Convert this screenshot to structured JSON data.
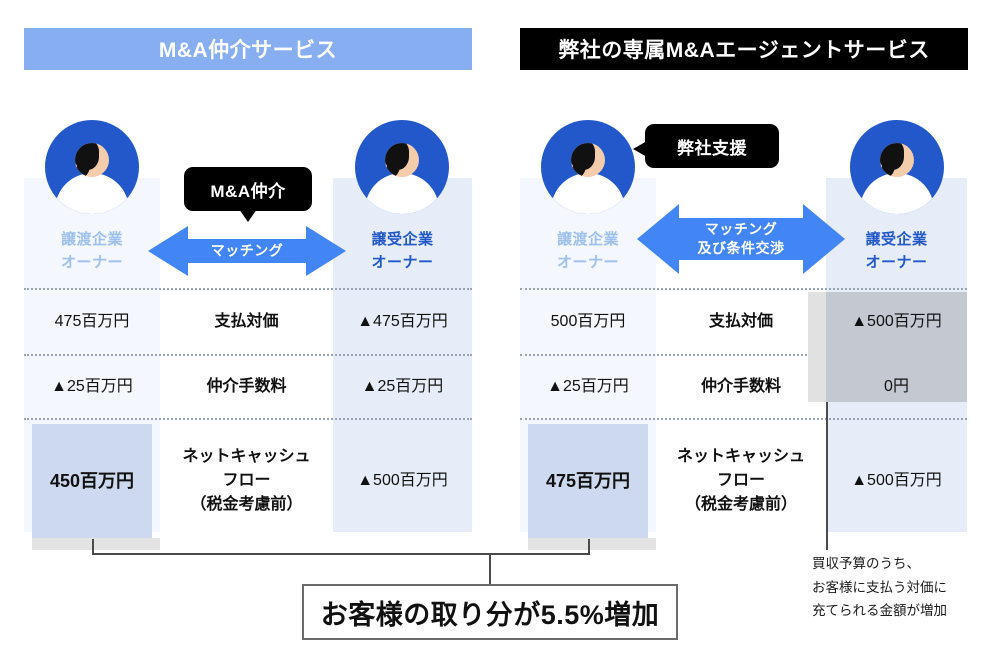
{
  "headers": {
    "left": "M&A仲介サービス",
    "right": "弊社の専属M&Aエージェントサービス"
  },
  "left_panel": {
    "seller": {
      "line1": "譲渡企業",
      "line2": "オーナー"
    },
    "buyer": {
      "line1": "譲受企業",
      "line2": "オーナー"
    },
    "bubble": "M&A仲介",
    "arrow_label_1": "マッチング",
    "arrow_label_2": "",
    "rows": [
      {
        "label": "支払対価",
        "seller": "475百万円",
        "buyer": "▲475百万円"
      },
      {
        "label": "仲介手数料",
        "seller": "▲25百万円",
        "buyer": "▲25百万円"
      },
      {
        "label_l1": "ネットキャッシュ",
        "label_l2": "フロー",
        "label_l3": "（税金考慮前）",
        "seller": "450百万円",
        "buyer": "▲500百万円"
      }
    ]
  },
  "right_panel": {
    "seller": {
      "line1": "譲渡企業",
      "line2": "オーナー"
    },
    "buyer": {
      "line1": "譲受企業",
      "line2": "オーナー"
    },
    "bubble": "弊社支援",
    "arrow_label_1": "マッチング",
    "arrow_label_2": "及び条件交渉",
    "rows": [
      {
        "label": "支払対価",
        "seller": "500百万円",
        "buyer": "▲500百万円"
      },
      {
        "label": "仲介手数料",
        "seller": "▲25百万円",
        "buyer": "0円"
      },
      {
        "label_l1": "ネットキャッシュ",
        "label_l2": "フロー",
        "label_l3": "（税金考慮前）",
        "seller": "475百万円",
        "buyer": "▲500百万円"
      }
    ]
  },
  "annotation": {
    "line1": "買収予算のうち、",
    "line2": "お客様に支払う対価に",
    "line3": "充てられる金額が増加"
  },
  "callout": "お客様の取り分が5.5%増加",
  "colors": {
    "header_left_bg": "#88aef2",
    "header_right_bg": "#000000",
    "arrow_blue": "#4285f4",
    "avatar_blue": "#2258ca",
    "band_light": "#f4f7fd",
    "band_dark": "#e6ecf8",
    "highlight_box": "#ccd9ef",
    "gray_overlay": "#c3c8d1"
  }
}
